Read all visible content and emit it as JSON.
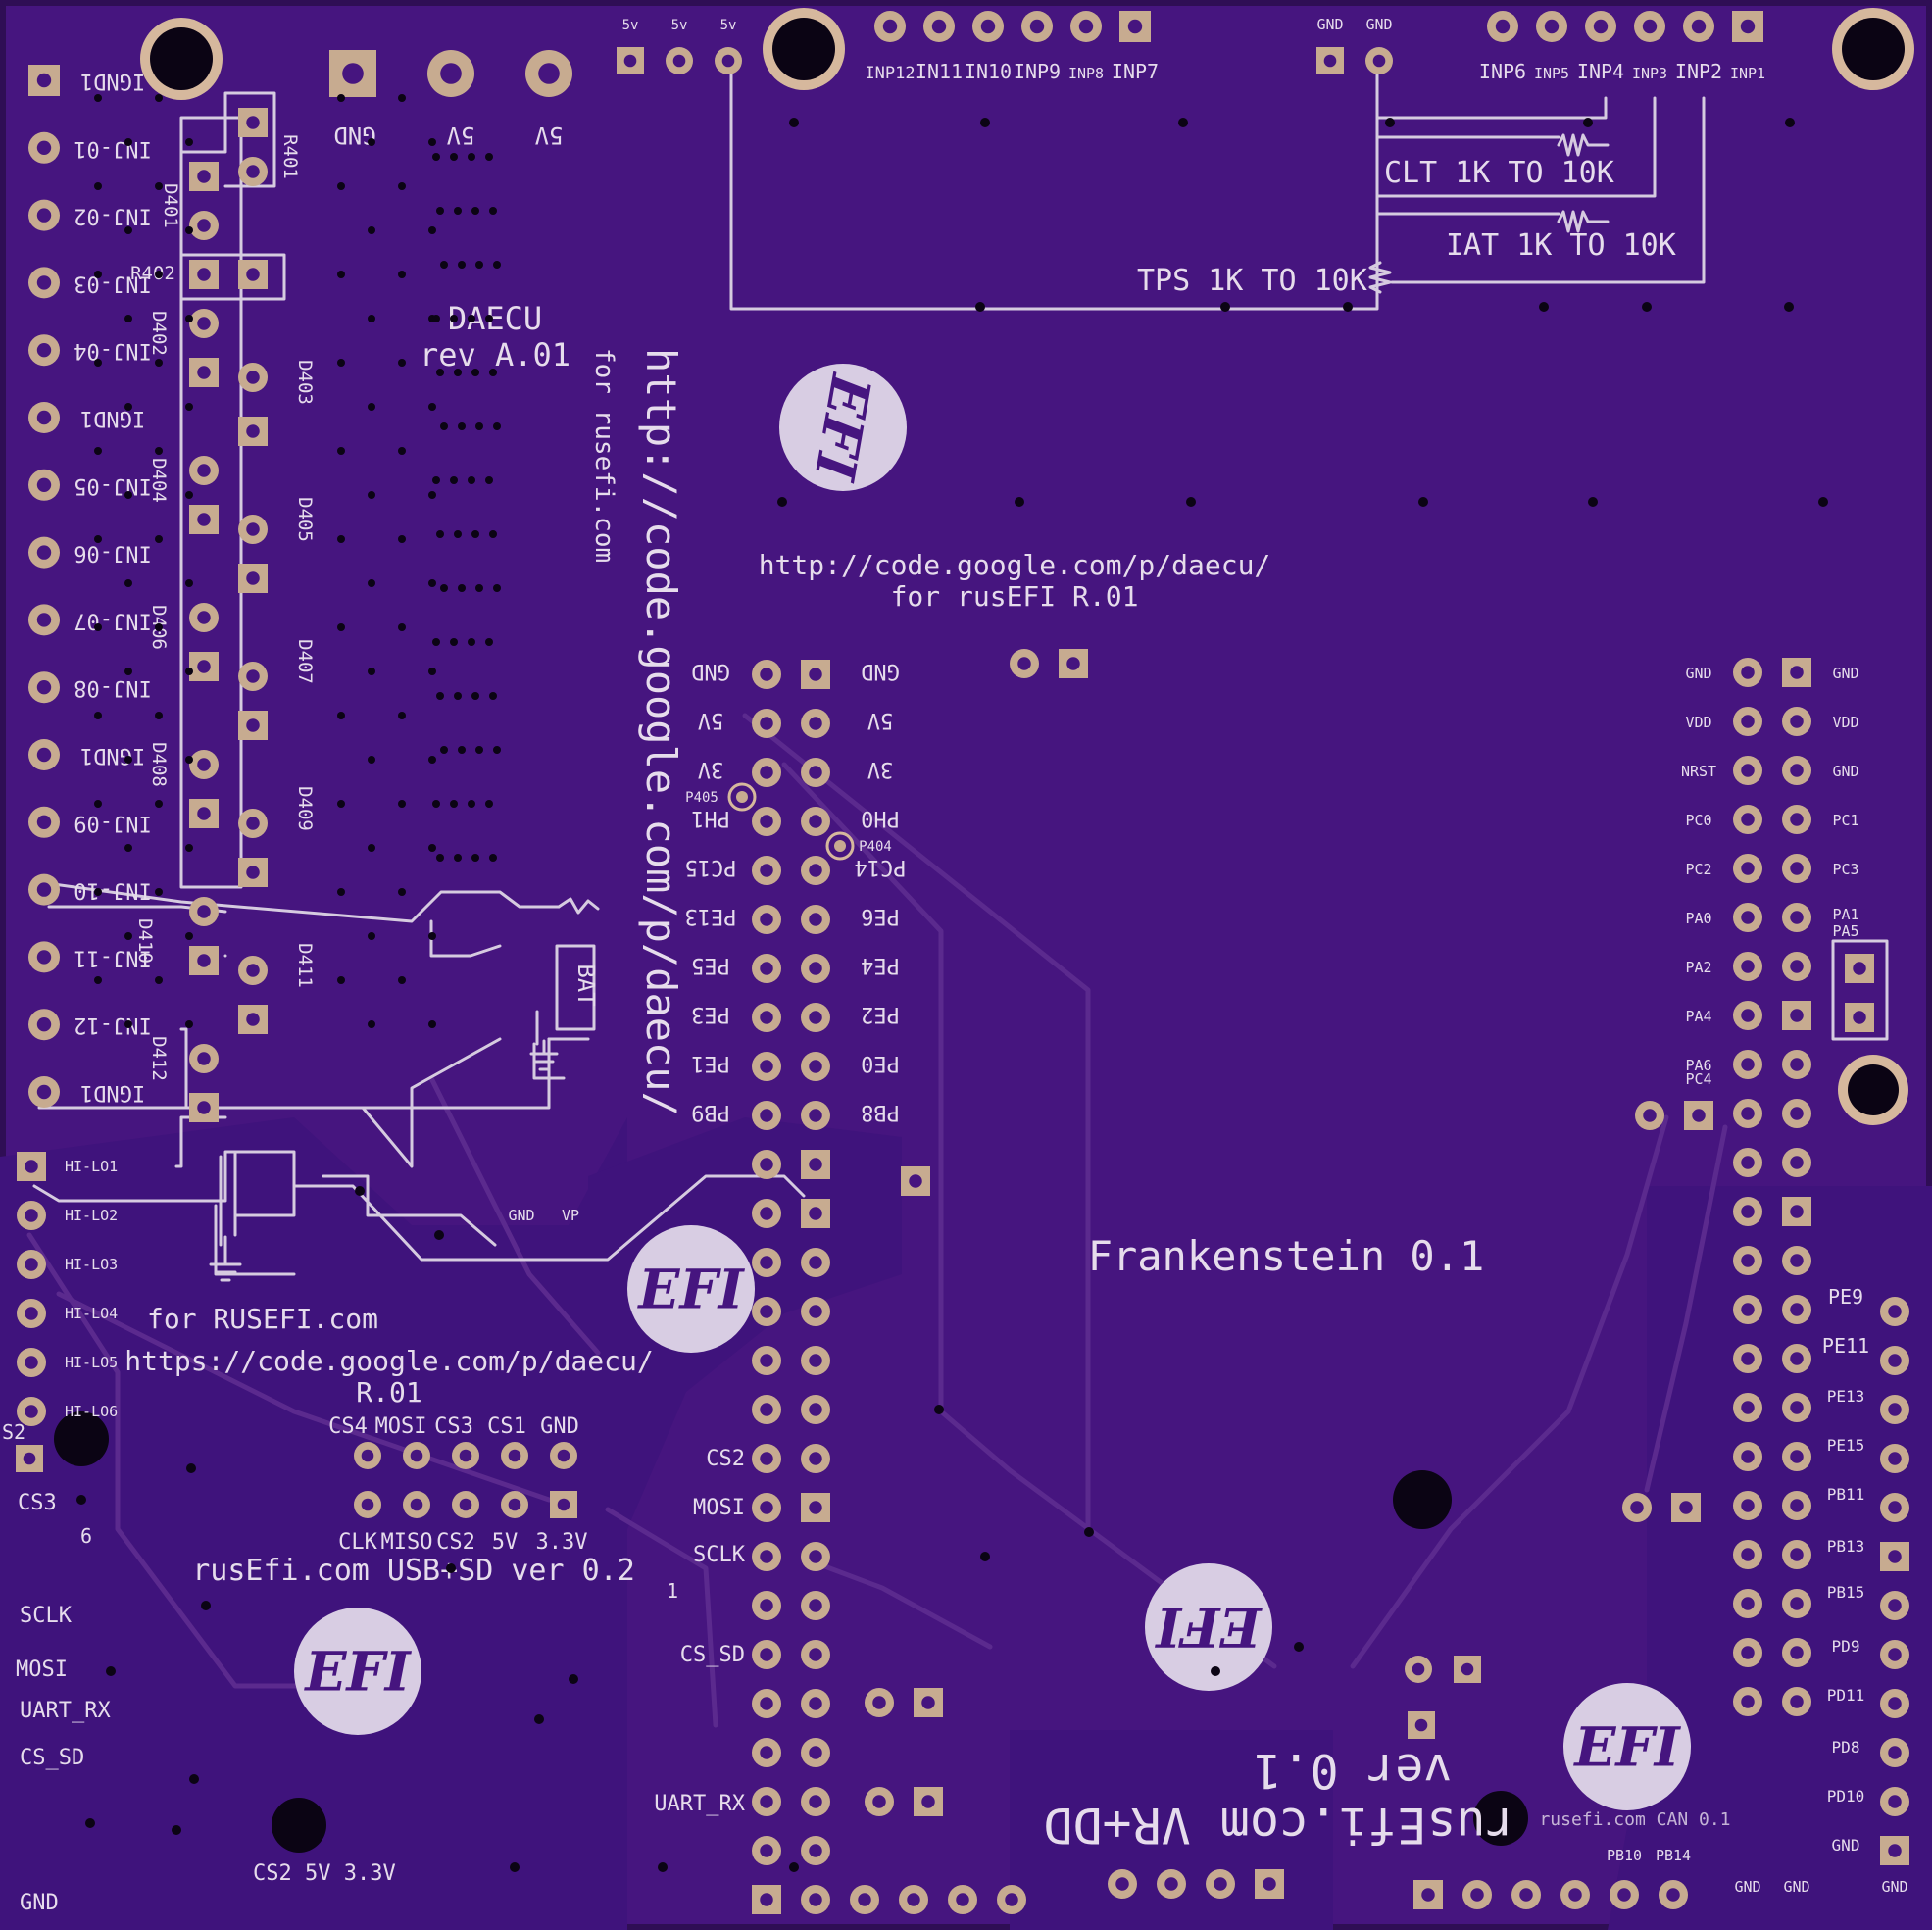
{
  "colors": {
    "board": "#46157f",
    "board_dark": "#2f0e55",
    "silk": "#e6dcec",
    "pad_copper": "#c7ab90",
    "pad_ring": "#d6b89d",
    "hole": "#0b0414",
    "logo_circle": "#d8cde3",
    "logo_text": "#46157f"
  },
  "icons": [
    "pcb-pad",
    "mounting-hole",
    "efi-logo",
    "resistor-symbol",
    "transistor-symbol",
    "battery-symbol",
    "ground-symbol"
  ],
  "top_header": {
    "v5_labels": [
      "5v",
      "5v",
      "5v"
    ],
    "inp_left": [
      "INP12",
      "IN11",
      "IN10",
      "INP9",
      "INP8",
      "INP7"
    ],
    "gnd_labels": [
      "GND",
      "GND"
    ],
    "inp_right": [
      "INP6",
      "INP5",
      "INP4",
      "INP3",
      "INP2",
      "INP1"
    ]
  },
  "sensor_notes": {
    "clt": "CLT 1K TO 10K",
    "iat": "IAT 1K TO 10K",
    "tps": "TPS 1K TO 10K"
  },
  "power_labels": [
    "GND",
    "5V",
    "5V"
  ],
  "left_header": [
    "IGND1",
    "INJ-01",
    "INJ-02",
    "INJ-03",
    "INJ-04",
    "IGND1",
    "INJ-05",
    "INJ-06",
    "INJ-07",
    "INJ-08",
    "IGND1",
    "INJ-09",
    "INJ-10",
    "INJ-11",
    "INJ-12",
    "IGND1"
  ],
  "components": {
    "resistors": [
      "R401",
      "R402"
    ],
    "diodes": [
      "D401",
      "D402",
      "D403",
      "D404",
      "D405",
      "D406",
      "D407",
      "D408",
      "D409",
      "D410",
      "D411",
      "D412"
    ],
    "battery": "BAT",
    "test_points": [
      "P405",
      "P404"
    ]
  },
  "daecu": {
    "name": "DAECU",
    "rev": "rev A.01",
    "for_site": "for rusefi.com",
    "url_vertical": "http://code.google.com/p/daecu/"
  },
  "daecu_note": {
    "url": "http://code.google.com/p/daecu/",
    "line2": "for rusEFI  R.01"
  },
  "logo": {
    "text": "EFI"
  },
  "center_header": {
    "left": [
      "GND",
      "5V",
      "3V",
      "PH1",
      "PC15",
      "PE13",
      "PE5",
      "PE3",
      "PE1",
      "PB9"
    ],
    "right": [
      "GND",
      "5V",
      "3V",
      "PH0",
      "PC14",
      "PE6",
      "PE4",
      "PE2",
      "PE0",
      "PB8"
    ],
    "lower": [
      "CS2",
      "MOSI",
      "SCLK",
      "CS_SD",
      "UART_RX"
    ]
  },
  "title": "Frankenstein 0.1",
  "right_header": {
    "left": [
      "GND",
      "VDD",
      "NRST",
      "PC0",
      "PC2",
      "PA0",
      "PA2",
      "PA4",
      "PA6",
      "PC4"
    ],
    "right": [
      "GND",
      "VDD",
      "GND",
      "PC1",
      "PC3",
      "PA1",
      "PA5"
    ],
    "lower_right": [
      "PE9",
      "PE11",
      "PE13",
      "PE15",
      "PB11",
      "PB13",
      "PB15",
      "PD9",
      "PD11",
      "PD8",
      "PD10",
      "GND"
    ],
    "bottom": [
      "GND",
      "GND",
      "GND"
    ]
  },
  "hilo": {
    "labels": [
      "HI-LO1",
      "HI-LO2",
      "HI-LO3",
      "HI-LO4",
      "HI-LO5",
      "HI-LO6"
    ],
    "gnd": "GND",
    "vp": "VP"
  },
  "usbsd": {
    "for_site": "for RUSEFI.com",
    "url": "https://code.google.com/p/daecu/",
    "rev": "R.01",
    "top_labels": [
      "CS4",
      "MOSI",
      "CS3",
      "CS1",
      "GND"
    ],
    "bottom_labels": [
      "CLK",
      "MISO",
      "CS2",
      "5V",
      "3.3V"
    ],
    "title": "rusEfi.com USB+SD ver 0.2",
    "num1": "1",
    "num6": "6"
  },
  "bottom_left_labels": [
    "S2",
    "CS3",
    "SCLK",
    "MOSI",
    "UART_RX",
    "CS_SD",
    "GND"
  ],
  "bottom_left_power": "CS2   5V 3.3V",
  "vrdd": {
    "line1": "rusEfi.com VR+DD",
    "line2": "ver 0.1"
  },
  "can": {
    "label": "rusefi.com CAN 0.1",
    "pins": [
      "PB10",
      "PB14"
    ]
  }
}
